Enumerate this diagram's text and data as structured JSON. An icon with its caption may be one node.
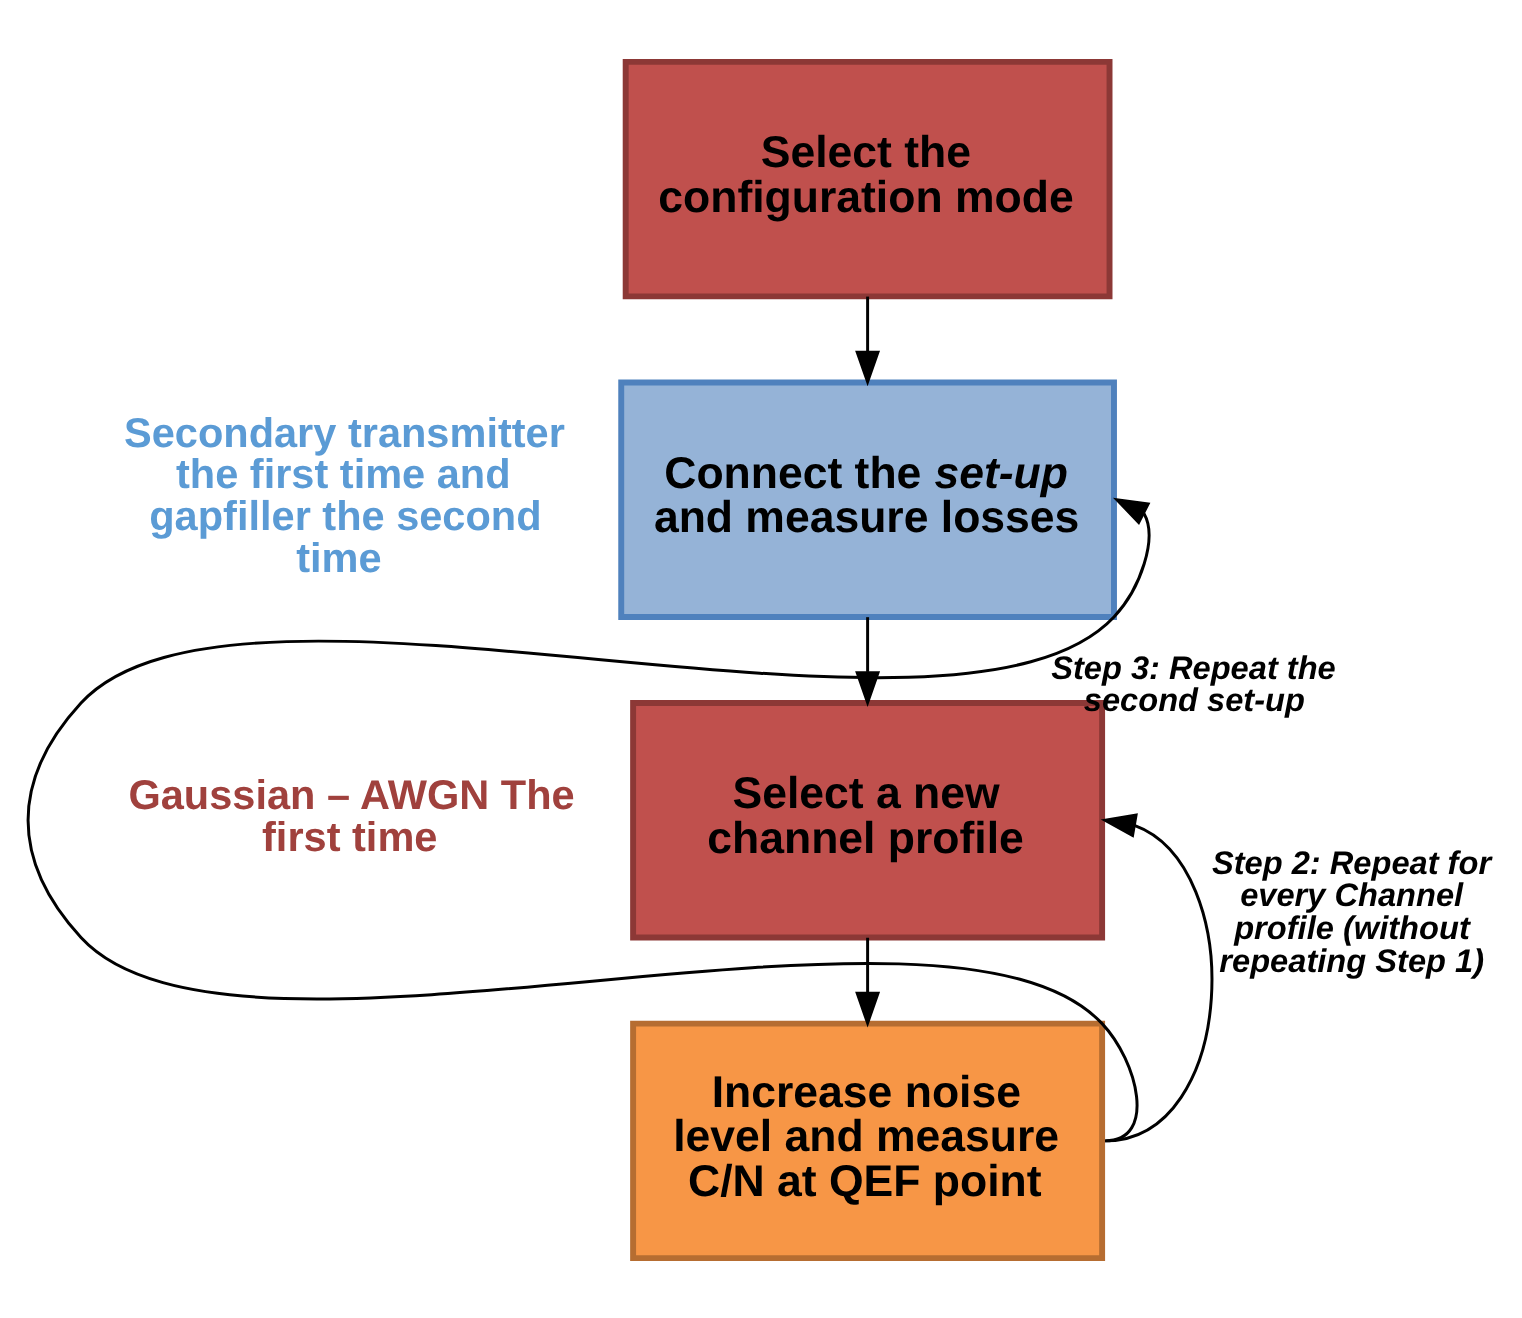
{
  "diagram": {
    "nodes": [
      {
        "text": [
          "Select the configuration mode"
        ]
      },
      {
        "text": [
          "Connect the *set-up* and measure losses"
        ],
        "beside": [
          "Secondary transmitter the first time and gapfiller the second time"
        ]
      },
      {
        "text": [
          "Select a new channel profile"
        ],
        "beside": [
          "Gaussian – AWGN The first time"
        ]
      },
      {
        "text": [
          "Increase noise level and measure C/N at QEF point"
        ]
      }
    ],
    "edges": [
      {
        "from": 0,
        "to": 1,
        "arrow": "to"
      },
      {
        "from": 1,
        "to": 2,
        "arrow": "to"
      },
      {
        "from": 2,
        "to": 3,
        "arrow": "to"
      },
      {
        "from": 3,
        "to": 2,
        "arrow": "to",
        "label": "Step 2: Repeat for every Channel profile (without repeating Step 1)"
      },
      {
        "from": 3,
        "to": 1,
        "arrow": "to",
        "label": "Step 3: Repeat the second set-up"
      }
    ]
  }
}
